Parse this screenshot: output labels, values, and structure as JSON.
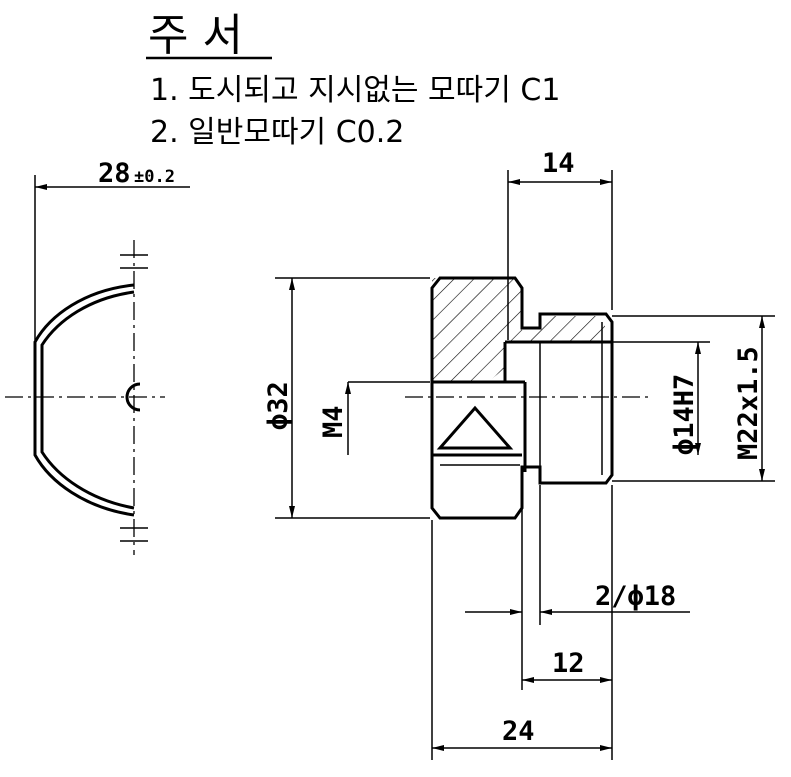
{
  "notes": {
    "title": "주 서",
    "lines": [
      "1. 도시되고 지시없는 모따기 C1",
      "2. 일반모따기 C0.2"
    ]
  },
  "dimensions": {
    "width_28": "28",
    "width_28_tol": "±0.2",
    "len_14": "14",
    "dia_32": "ϕ32",
    "thread_m4": "M4",
    "dia_14h7": "ϕ14H7",
    "thread_m22": "M22x1.5",
    "holes_2_18": "2/ϕ18",
    "len_12": "12",
    "len_24": "24"
  }
}
